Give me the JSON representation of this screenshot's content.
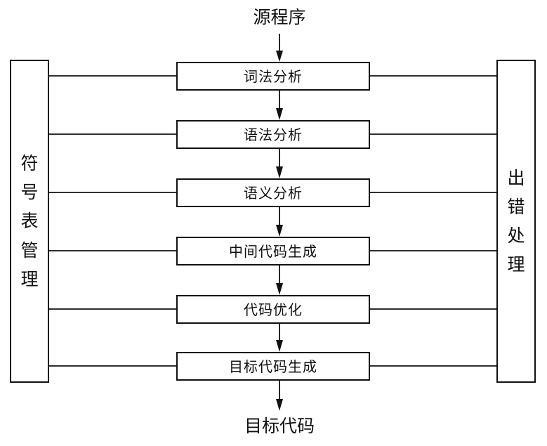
{
  "source_label": "源程序",
  "target_label": "目标代码",
  "stages": [
    {
      "label": "词法分析"
    },
    {
      "label": "语法分析"
    },
    {
      "label": "语义分析"
    },
    {
      "label": "中间代码生成"
    },
    {
      "label": "代码优化"
    },
    {
      "label": "目标代码生成"
    }
  ],
  "left_panel": {
    "label": "符号表管理"
  },
  "right_panel": {
    "label": "出错处理"
  }
}
